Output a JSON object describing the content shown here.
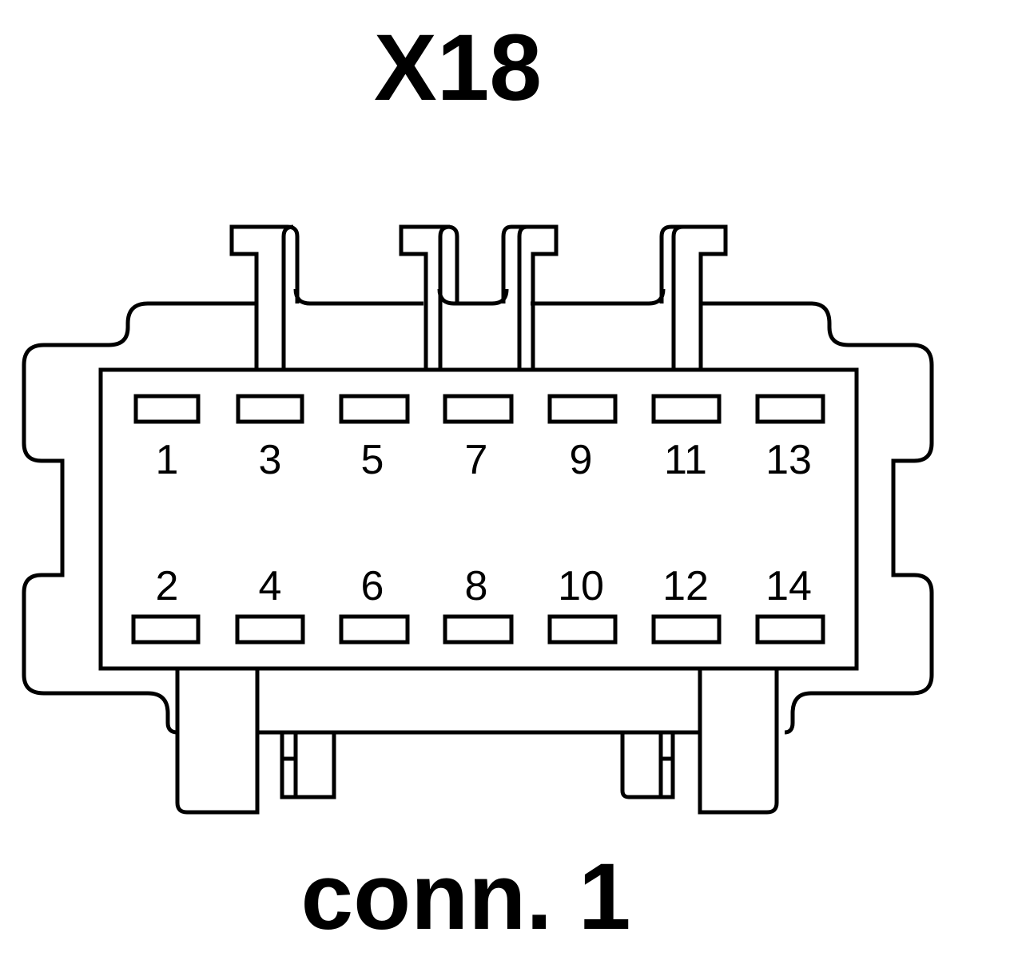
{
  "connector": {
    "id": "X18",
    "caption": "conn. 1"
  },
  "pins": {
    "top_row": [
      "1",
      "3",
      "5",
      "7",
      "9",
      "11",
      "13"
    ],
    "bottom_row": [
      "2",
      "4",
      "6",
      "8",
      "10",
      "12",
      "14"
    ]
  }
}
